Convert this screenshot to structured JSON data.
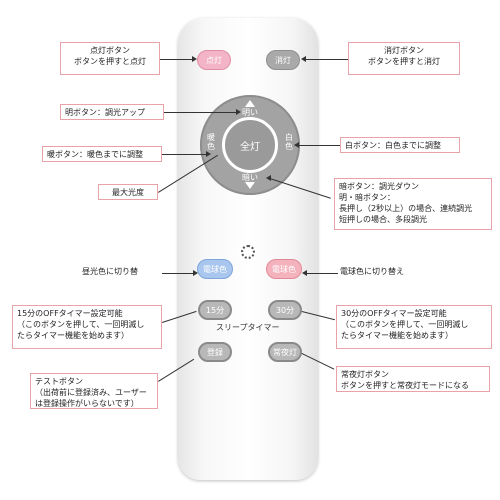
{
  "remote": {
    "buttons": {
      "on": "点灯",
      "off": "消灯",
      "bright": "明い",
      "dark": "暗い",
      "warm": "暖\n色",
      "white": "白\n色",
      "full": "全灯",
      "incandescent": "電球色",
      "night_light_color": "電球色",
      "timer15": "15分",
      "timer30": "30分",
      "register": "登録",
      "night": "常夜灯"
    },
    "sleep_timer_label": "スリープタイマー"
  },
  "callouts": {
    "on": "点灯ボタン\nボタンを押すと点灯",
    "off": "消灯ボタン\nボタンを押すと消灯",
    "bright": "明ボタン：調光アップ",
    "warm": "暖ボタン：暖色までに調整",
    "white": "白ボタン：白色までに調整",
    "max": "最大光度",
    "dark": "暗ボタン：調光ダウン\n明・暗ボタン：\n長押し（2秒以上）の場合、連続調光\n短押しの場合、多段調光",
    "daylight": "昼光色に切り替",
    "incandescent": "電球色に切り替え",
    "timer15": "15分のOFFタイマー設定可能\n（このボタンを押して、一回明滅し\nたらタイマー機能を始めます）",
    "timer30": "30分のOFFタイマー設定可能\n（このボタンを押して、一回明滅し\nたらタイマー機能を始めます）",
    "test": "テストボタン\n（出荷前に登録済み、ユーザー\nは登録操作がいらないです）",
    "night": "常夜灯ボタン\nボタンを押すと常夜灯モードになる"
  }
}
